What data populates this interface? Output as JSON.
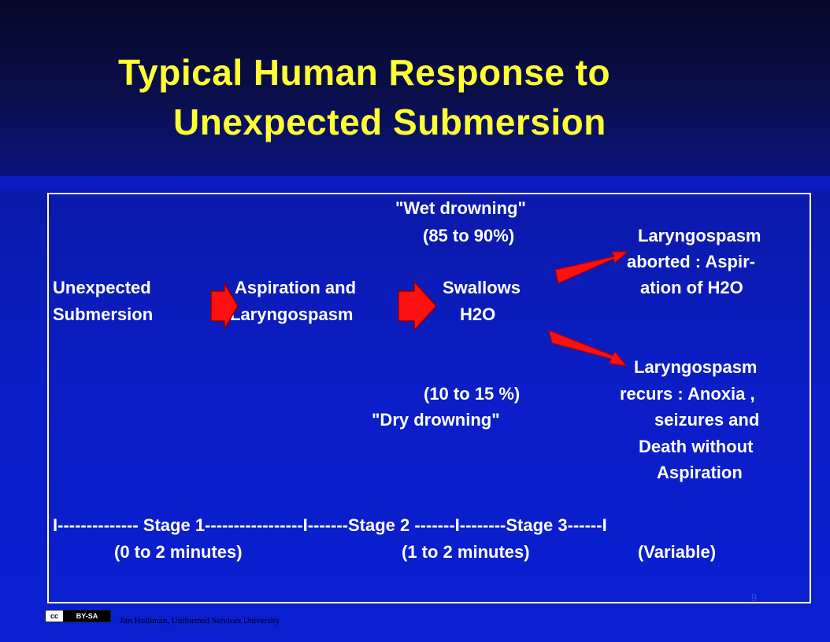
{
  "title": {
    "line1": "Typical Human Response to",
    "line2": "Unexpected Submersion"
  },
  "diagram": {
    "wet_label": "\"Wet drowning\"",
    "wet_pct": "(85 to 90%)",
    "aborted": {
      "line1": "Laryngospasm",
      "line2": "aborted : Aspir-",
      "line3": "ation of H2O"
    },
    "unexpected": {
      "line1": "Unexpected",
      "line2": "Submersion"
    },
    "aspiration": {
      "line1": "Aspiration and",
      "line2": "Laryngospasm"
    },
    "swallows": {
      "line1": "Swallows",
      "line2": "H2O"
    },
    "recurs": {
      "line1": "Laryngospasm",
      "line2": "recurs : Anoxia ,",
      "line3": "seizures and",
      "line4": "Death  without",
      "line5": "Aspiration"
    },
    "dry_pct": "(10 to 15 %)",
    "dry_label": "\"Dry drowning\"",
    "stages_line": "I--------------  Stage 1-----------------I-------Stage 2 -------I--------Stage 3------I",
    "stage1_time": "(0 to 2 minutes)",
    "stage2_time": "(1 to 2 minutes)",
    "stage3_time": "(Variable)"
  },
  "colors": {
    "title": "#ffff33",
    "arrow_fill": "#ff0000",
    "text": "#ffffff"
  },
  "page_number": "9",
  "license_badge": "BY-SA",
  "license_icon": "cc-icon",
  "credit": "Jim Holliman, Uniformed Services University"
}
